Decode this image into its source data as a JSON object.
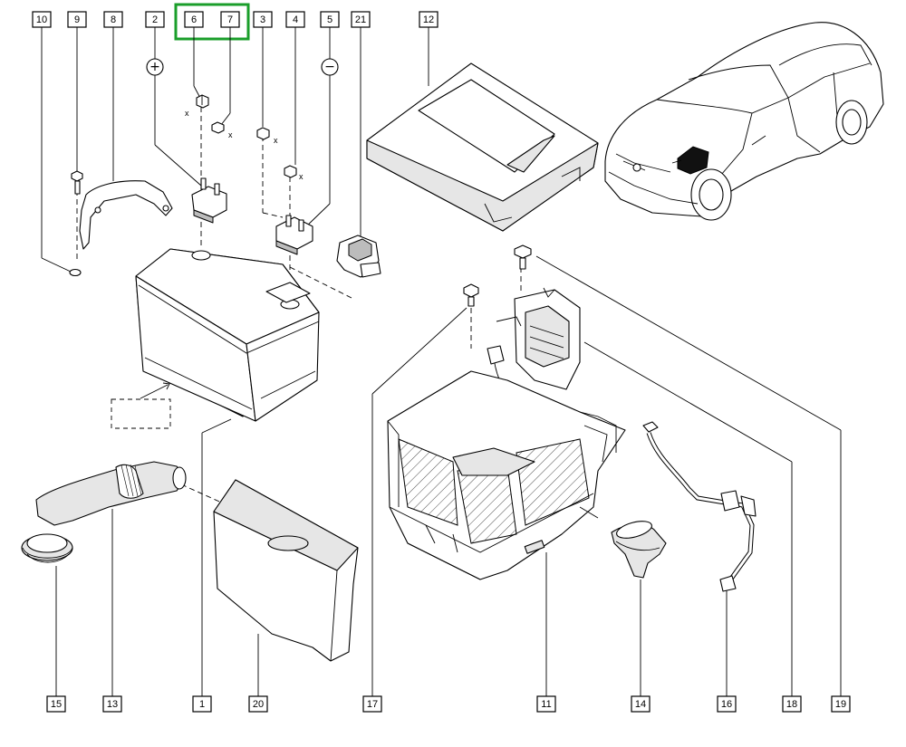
{
  "diagram": {
    "labels": [
      "10",
      "9",
      "8",
      "2",
      "6",
      "7",
      "3",
      "4",
      "5",
      "21",
      "12",
      "1",
      "15",
      "13",
      "20",
      "17",
      "11",
      "14",
      "16",
      "18",
      "19"
    ],
    "highlighted_labels": [
      "6",
      "7"
    ],
    "polarity": {
      "plus": "+",
      "minus": "−"
    },
    "axis_marks": [
      "x",
      "x",
      "x",
      "x"
    ],
    "colors": {
      "highlight": "#1a9e2a",
      "line": "#000000",
      "shade": "#bcbcbc"
    }
  }
}
